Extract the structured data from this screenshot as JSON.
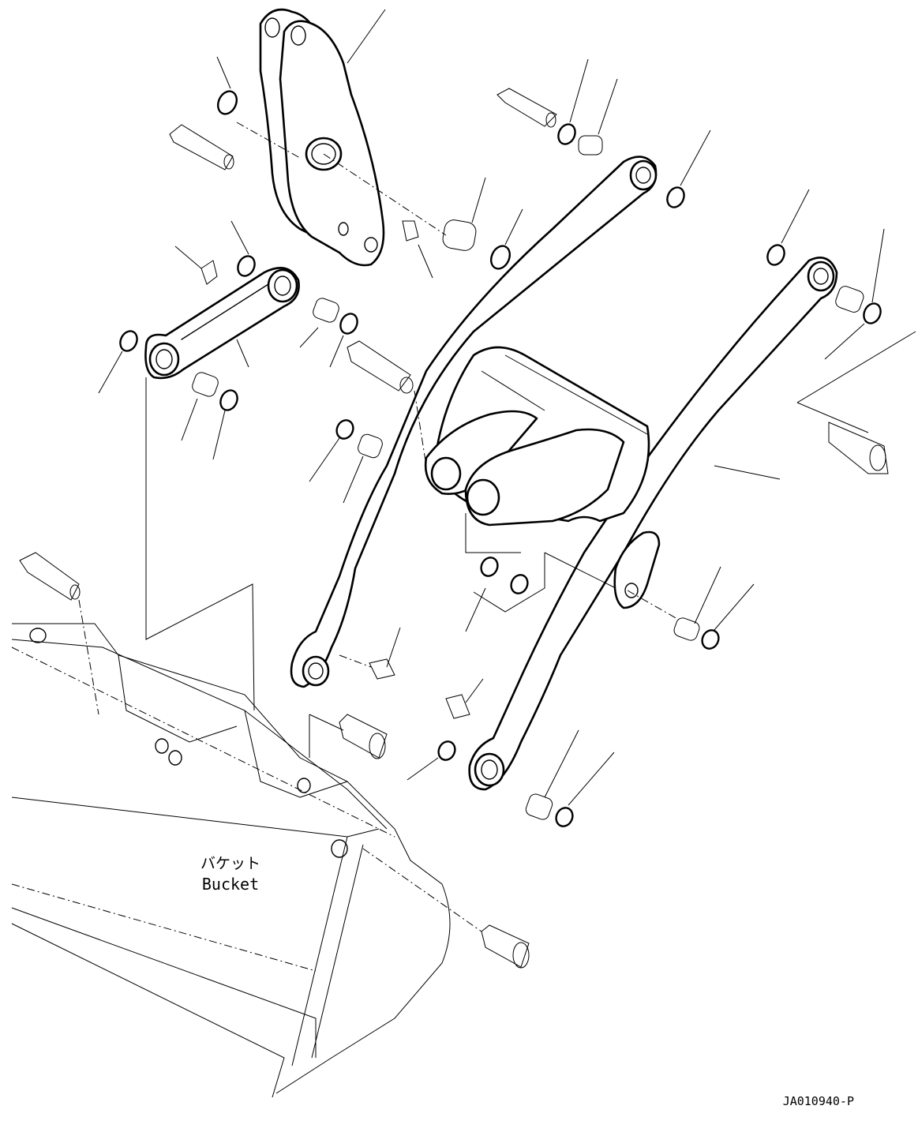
{
  "labels": {
    "bucket_jp": "バケット",
    "bucket_en": "Bucket",
    "drawing_id": "JA010940-P"
  }
}
